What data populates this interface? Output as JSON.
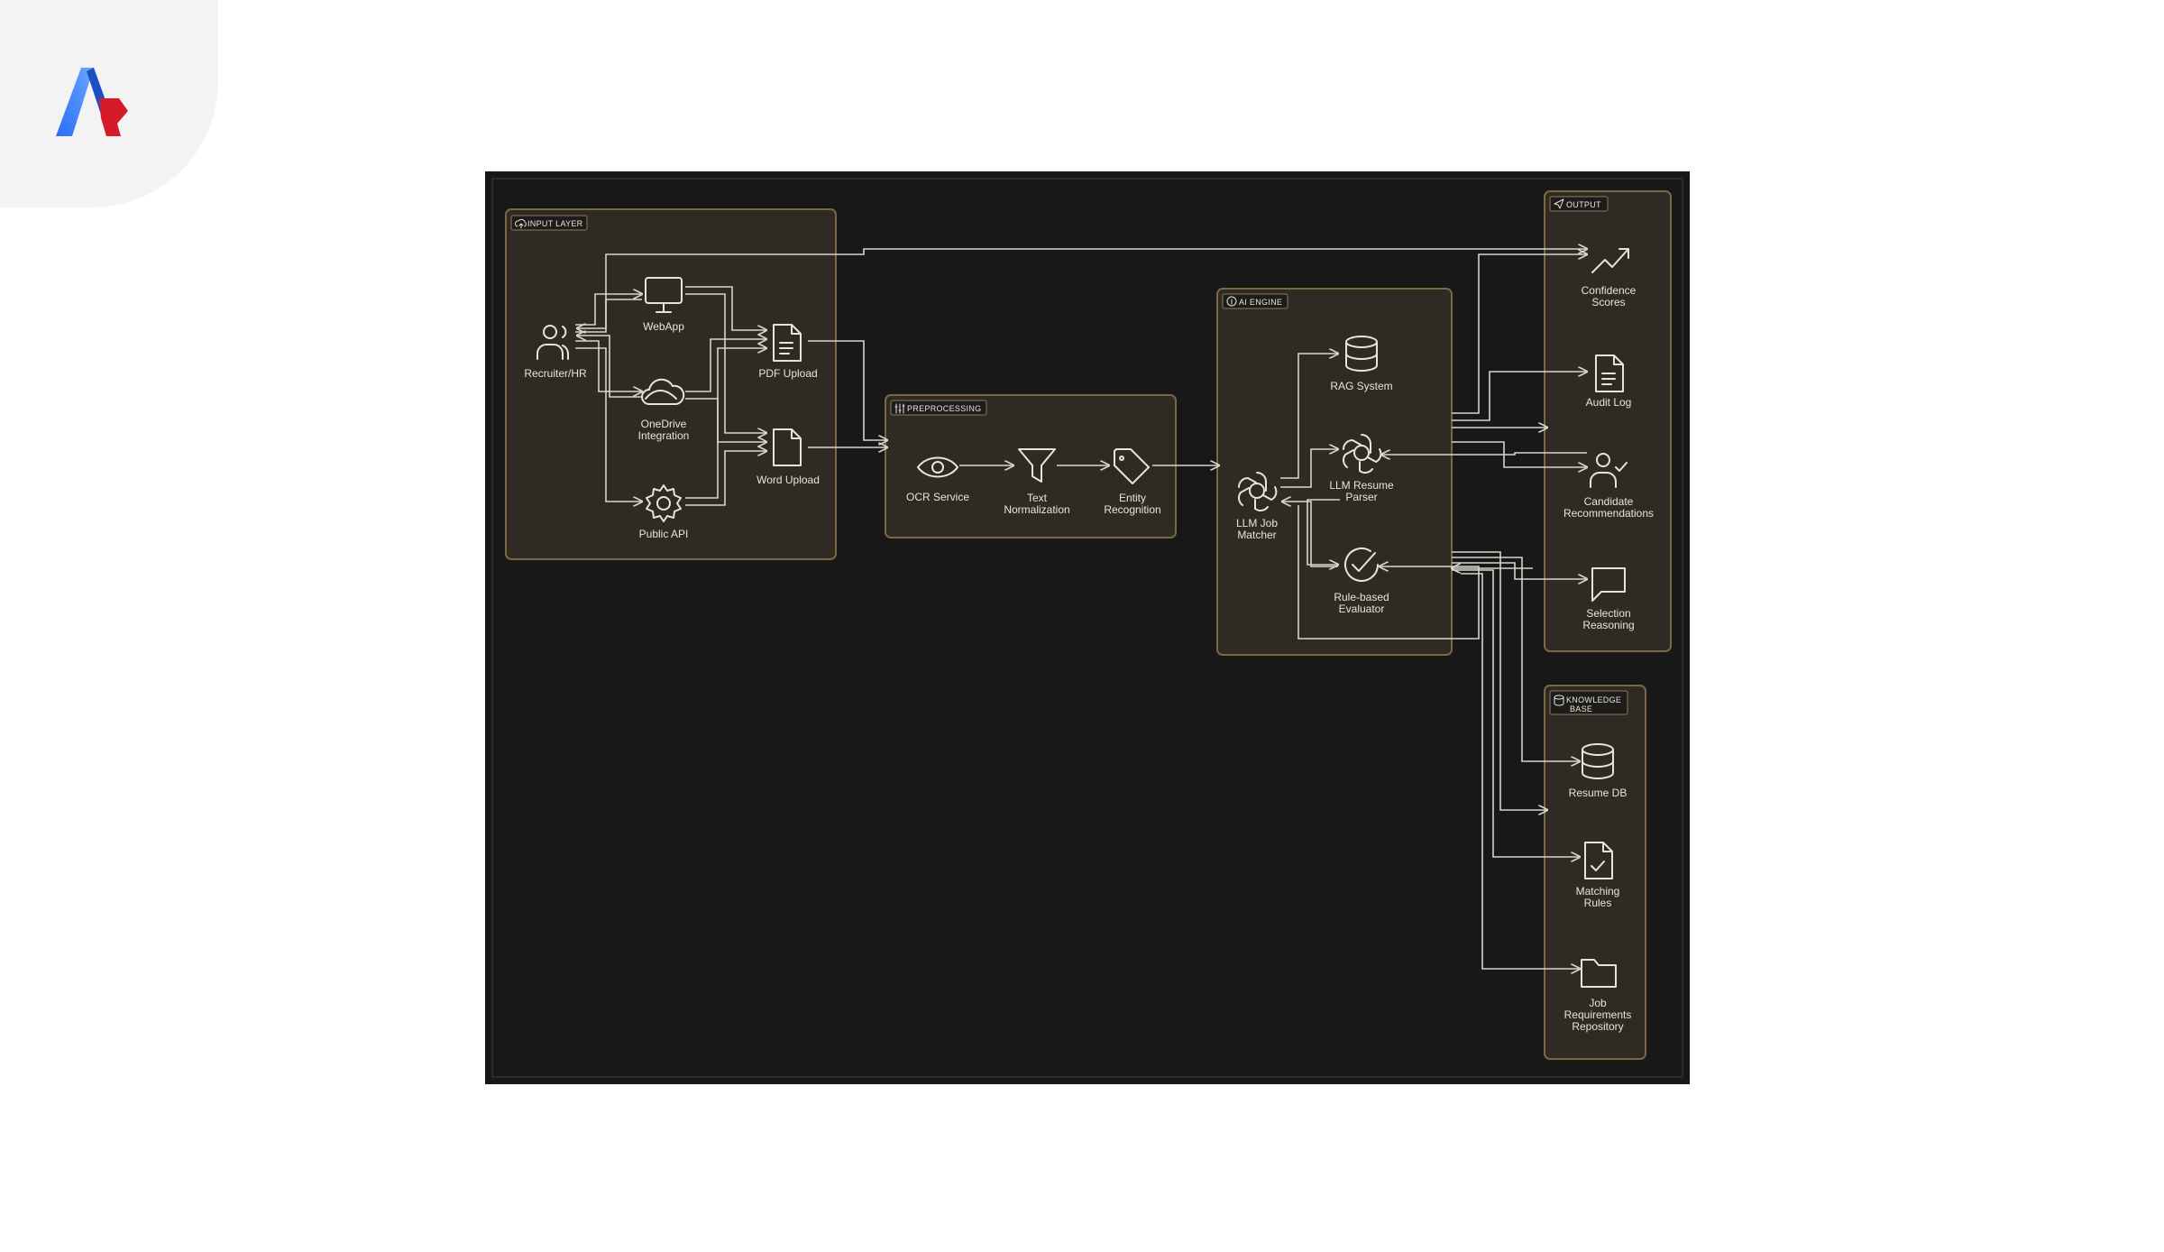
{
  "logo": {
    "name": "brand-logo"
  },
  "groups": {
    "input": {
      "title": "INPUT LAYER",
      "icon": "cloud-upload-icon"
    },
    "prep": {
      "title": "PREPROCESSING",
      "icon": "sliders-icon"
    },
    "ai": {
      "title": "AI ENGINE",
      "icon": "info-circle-icon"
    },
    "output": {
      "title": "OUTPUT",
      "icon": "send-icon"
    },
    "kb": {
      "title_line1": "KNOWLEDGE",
      "title_line2": "BASE",
      "icon": "database-icon"
    }
  },
  "nodes": {
    "recruiter": {
      "lines": [
        "Recruiter/HR"
      ],
      "icon": "users-icon"
    },
    "webapp": {
      "lines": [
        "WebApp"
      ],
      "icon": "monitor-icon"
    },
    "onedrive": {
      "lines": [
        "OneDrive",
        "Integration"
      ],
      "icon": "cloud-icon"
    },
    "publicapi": {
      "lines": [
        "Public API"
      ],
      "icon": "gear-icon"
    },
    "pdf": {
      "lines": [
        "PDF Upload"
      ],
      "icon": "file-text-icon"
    },
    "word": {
      "lines": [
        "Word Upload"
      ],
      "icon": "file-icon"
    },
    "ocr": {
      "lines": [
        "OCR Service"
      ],
      "icon": "eye-icon"
    },
    "textnorm": {
      "lines": [
        "Text",
        "Normalization"
      ],
      "icon": "filter-icon"
    },
    "entity": {
      "lines": [
        "Entity",
        "Recognition"
      ],
      "icon": "tag-icon"
    },
    "rag": {
      "lines": [
        "RAG System"
      ],
      "icon": "database-icon"
    },
    "parser": {
      "lines": [
        "LLM Resume",
        "Parser"
      ],
      "icon": "openai-icon"
    },
    "matcher": {
      "lines": [
        "LLM Job",
        "Matcher"
      ],
      "icon": "openai-icon"
    },
    "rules": {
      "lines": [
        "Rule-based",
        "Evaluator"
      ],
      "icon": "check-circle-icon"
    },
    "confidence": {
      "lines": [
        "Confidence",
        "Scores"
      ],
      "icon": "trending-up-icon"
    },
    "audit": {
      "lines": [
        "Audit Log"
      ],
      "icon": "file-text-icon"
    },
    "candidates": {
      "lines": [
        "Candidate",
        "Recommendations"
      ],
      "icon": "user-check-icon"
    },
    "reasoning": {
      "lines": [
        "Selection",
        "Reasoning"
      ],
      "icon": "message-square-icon"
    },
    "resumedb": {
      "lines": [
        "Resume DB"
      ],
      "icon": "database-icon"
    },
    "matchrules": {
      "lines": [
        "Matching",
        "Rules"
      ],
      "icon": "file-check-icon"
    },
    "jobreq": {
      "lines": [
        "Job",
        "Requirements",
        "Repository"
      ],
      "icon": "folder-icon"
    }
  },
  "colors": {
    "canvas": "#181818",
    "frame": "#2c2c2c",
    "group_fill": "#2f2b24",
    "group_border": "#7a6841",
    "text": "#e8e4da"
  }
}
